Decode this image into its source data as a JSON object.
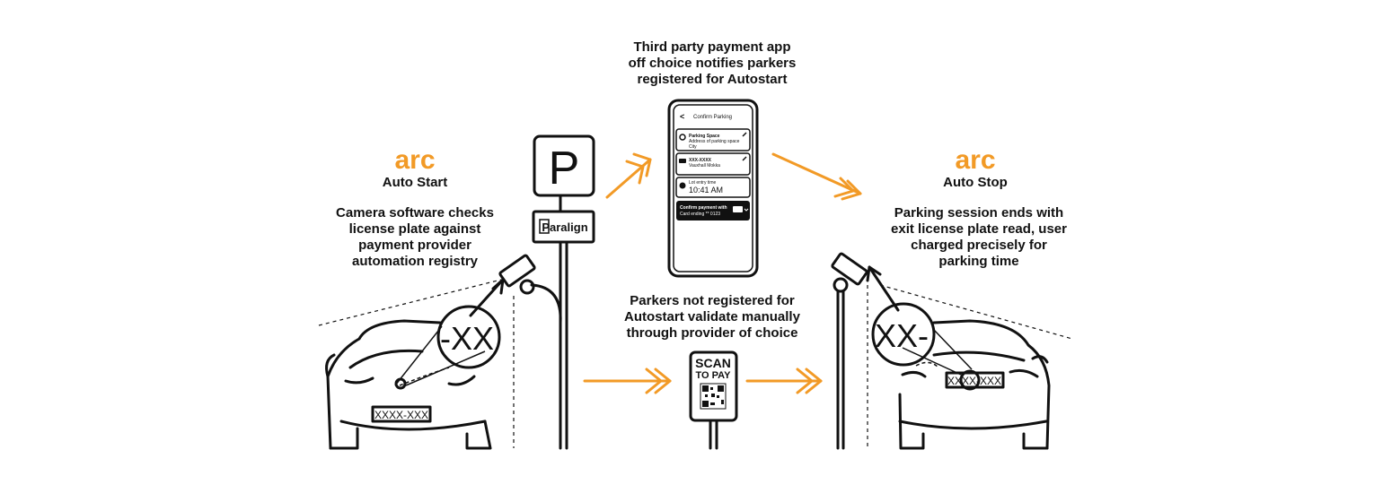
{
  "left_panel": {
    "brand": "arc",
    "title": "Auto Start",
    "description": [
      "Camera software checks",
      "license plate against",
      "payment provider",
      "automation registry"
    ],
    "plate_zoom": "-XX",
    "plate": "XXXX-XXX"
  },
  "right_panel": {
    "brand": "arc",
    "title": "Auto Stop",
    "description": [
      "Parking session ends with",
      "exit license plate read, user",
      "charged precisely for",
      "parking time"
    ],
    "plate_zoom": "XX-",
    "plate": "XXXX-XXX"
  },
  "parking_sign": {
    "letter": "P",
    "company": "Paralign"
  },
  "app_caption": [
    "Third party payment app",
    "off choice notifies parkers",
    "registered for Autostart"
  ],
  "phone": {
    "back": "<",
    "header": "Confirm Parking",
    "space_title": "Parking Space",
    "space_address": "Address of parking space",
    "space_city": "City",
    "plate": "XXX-XXXX",
    "vehicle": "Vauxhall Mokka",
    "entry_label": "Lot entry time",
    "entry_time": "10:41 AM",
    "pay_label": "Confirm payment with",
    "card": "Card ending ** 0123"
  },
  "manual_caption": [
    "Parkers not registered for",
    "Autostart validate manually",
    "through provider of choice"
  ],
  "scan_sign": {
    "line1": "SCAN",
    "line2": "TO PAY"
  },
  "colors": {
    "accent": "#f29a26",
    "ink": "#111111",
    "background": "#ffffff"
  }
}
